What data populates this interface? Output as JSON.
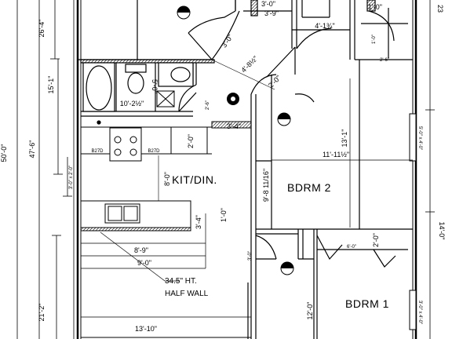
{
  "rooms": {
    "kitchen": "KIT/DIN.",
    "bedroom2": "BDRM 2",
    "bedroom1": "BDRM 1"
  },
  "notes": {
    "half_wall_1": "34.5\" HT.",
    "half_wall_2": "HALF WALL"
  },
  "dims": {
    "left_26_4": "26'-4\"",
    "left_15_1": "15'-1\"",
    "left_47_6": "47'-6\"",
    "left_50_0": "50'-0\"",
    "left_3_0x2_0": "3'-0\" x 2'-0\"",
    "left_21_2": "21'-2\"",
    "top_3_0": "3'-0\"",
    "top_3_9": "3'-9\"",
    "top_4_1_3_4": "4'-1¾\"",
    "top_1_0": "1'-0\"",
    "top_2_6": "2'-6\"",
    "right_23": "23",
    "hall_3_0": "3'-0\"",
    "hall_4_8_half": "4'-8½\"",
    "hall_2_0": "2'-0\"",
    "bath_5_0": "5'-0\"",
    "bath_10_2_half": "10'-2½\"",
    "bath_2_6": "2'-6\"",
    "b27d_1": "B27D",
    "b27d_2": "B27D",
    "kit_3_4": "3'-4\"",
    "kit_2_0": "2'-0\"",
    "kit_8_0": "8'-0\"",
    "bd2_11_11": "11'-11½\"",
    "bd2_13_1": "13'-1\"",
    "bd2_9_8": "9'-8 11/16\"",
    "right_5_0x4_0": "5'-0\" x 4'-0\"",
    "right_14_0": "14'-0\"",
    "right_3_0x4_0": "3'-0\" x 4'-0\"",
    "island_3_4": "3'-4\"",
    "island_1_0": "1'-0\"",
    "island_8_9": "8'-9\"",
    "island_9_0": "9'-0\"",
    "door_3_0": "3'-0\"",
    "bd1_6_0": "6'-0\"",
    "bd1_2_0": "2'-0\"",
    "bd1_12_0": "12'-0\"",
    "bottom_13_10": "13'-10\""
  },
  "colors": {
    "ink": "#000000",
    "paper": "#ffffff"
  }
}
